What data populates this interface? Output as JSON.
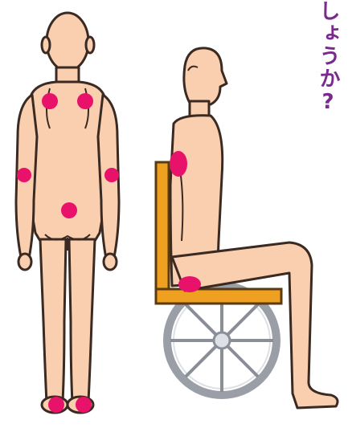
{
  "caption_fragment": "しょうか?",
  "colors": {
    "skin": "#f9cfb0",
    "outline": "#3a2a22",
    "pressure_point": "#e8126b",
    "chair_frame": "#f0a021",
    "chair_outline": "#5a3b10",
    "wheel": "#9a9ea6",
    "wheel_hub": "#dde0e4",
    "text": "#7a2a8e"
  },
  "figures": [
    {
      "name": "standing-figure",
      "pressure_points": [
        "left-shoulder-blade",
        "right-shoulder-blade",
        "left-elbow",
        "right-elbow",
        "sacrum",
        "left-heel",
        "right-heel"
      ]
    },
    {
      "name": "seated-figure",
      "pressure_points": [
        "upper-arm-back",
        "buttock"
      ]
    }
  ],
  "icons": [
    "wheelchair-icon"
  ]
}
